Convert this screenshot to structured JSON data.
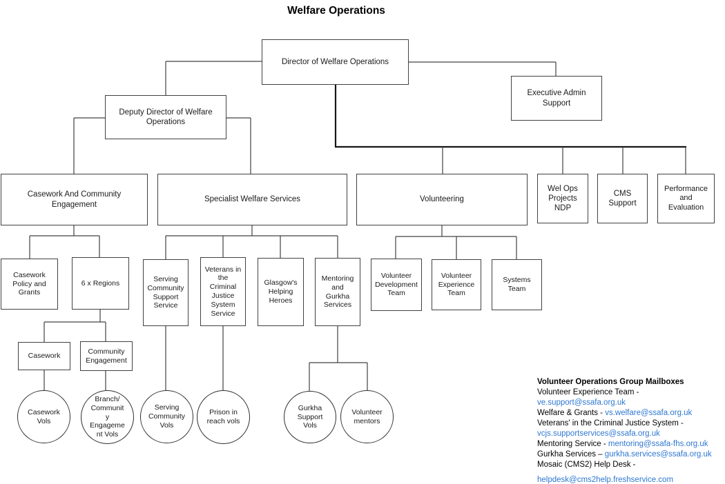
{
  "title": "Welfare Operations",
  "nodes": {
    "director": "Director of Welfare Operations",
    "executive_admin": "Executive Admin Support",
    "deputy_director": "Deputy Director of Welfare Operations",
    "casework_and_community_engagement": "Casework And Community Engagement",
    "specialist_welfare_services": "Specialist Welfare Services",
    "volunteering": "Volunteering",
    "wel_ops_projects_ndp": "Wel Ops Projects NDP",
    "cms_support": "CMS Support",
    "performance_and_evaluation": "Performance and Evaluation",
    "casework_policy_and_grants": "Casework Policy and Grants",
    "six_regions": "6 x Regions",
    "serving_community_support_service": "Serving Community Support Service",
    "veterans_cjs_service": "Veterans in the Criminal Justice System Service",
    "glasgows_helping_heroes": "Glasgow's Helping Heroes",
    "mentoring_and_gurkha_services": "Mentoring and Gurkha Services",
    "volunteer_development_team": "Volunteer Development Team",
    "volunteer_experience_team": "Volunteer Experience Team",
    "systems_team": "Systems Team",
    "casework": "Casework",
    "community_engagement": "Community Engagement",
    "casework_vols": "Casework Vols",
    "branch_community_engagement_vols": "Branch/ Community Engagement Vols",
    "serving_community_vols": "Serving Community Vols",
    "prison_in_reach_vols": "Prison in reach vols",
    "gurkha_support_vols": "Gurkha Support Vols",
    "volunteer_mentors": "Volunteer mentors"
  },
  "mailboxes": {
    "heading": "Volunteer Operations Group Mailboxes",
    "link_color": "#2e77d0",
    "lines": [
      {
        "text": "Volunteer Experience Team -"
      },
      {
        "link": "ve.support@ssafa.org.uk"
      },
      {
        "text": "Welfare & Grants - ",
        "link": "vs.welfare@ssafa.org.uk"
      },
      {
        "text": "Veterans' in the Criminal Justice System -"
      },
      {
        "link": "vcjs.supportservices@ssafa.org.uk"
      },
      {
        "text": "Mentoring Service - ",
        "link": "mentoring@ssafa-fhs.org.uk"
      },
      {
        "text": "Gurkha Services – ",
        "link": "gurkha.services@ssafa.org.uk"
      },
      {
        "text": "Mosaic (CMS2) Help Desk -"
      },
      {
        "link": "helpdesk@cms2help.freshservice.com"
      }
    ]
  }
}
